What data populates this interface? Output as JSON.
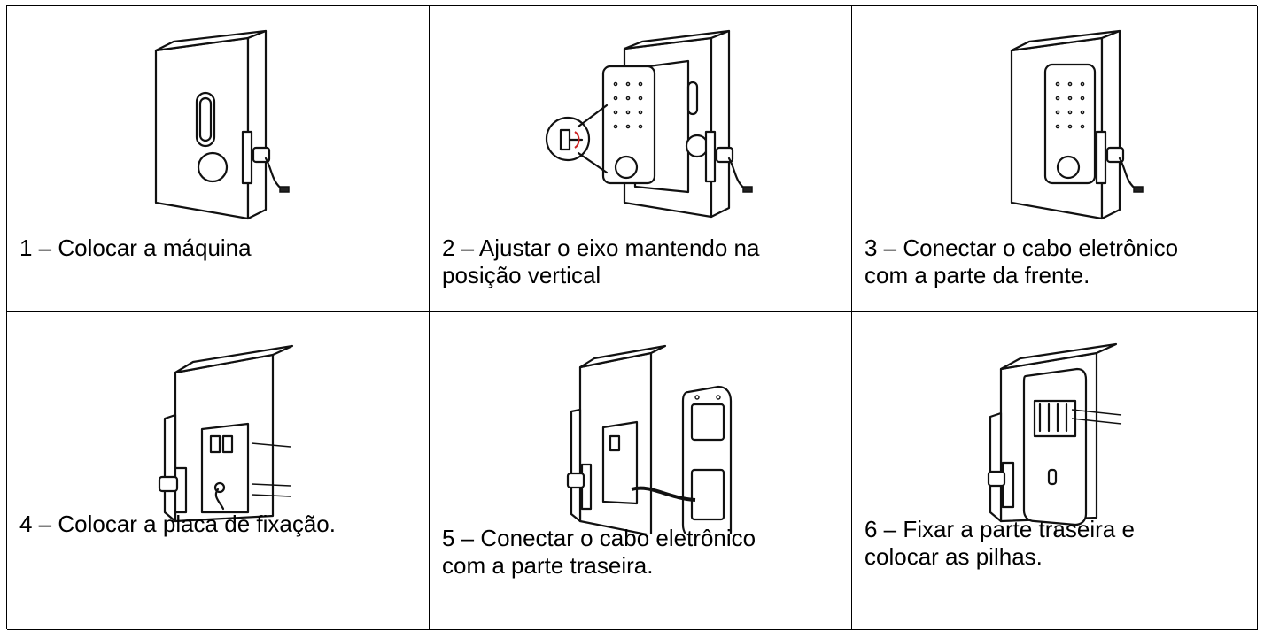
{
  "steps": [
    {
      "caption": "1 – Colocar a máquina",
      "icon": "door-lock-box-icon"
    },
    {
      "caption": "2 – Ajustar o eixo mantendo na\nposição vertical",
      "icon": "keypad-install-icon"
    },
    {
      "caption": "3 – Conectar o cabo eletrônico\ncom a parte da frente.",
      "icon": "keypad-front-icon"
    },
    {
      "caption": "4 – Colocar a placa de fixação.",
      "icon": "mounting-plate-icon"
    },
    {
      "caption": "5 – Conectar o cabo eletrônico\ncom a parte traseira.",
      "icon": "rear-panel-cable-icon"
    },
    {
      "caption": "6 – Fixar a parte traseira e\ncolocar as pilhas.",
      "icon": "battery-rear-icon"
    }
  ]
}
